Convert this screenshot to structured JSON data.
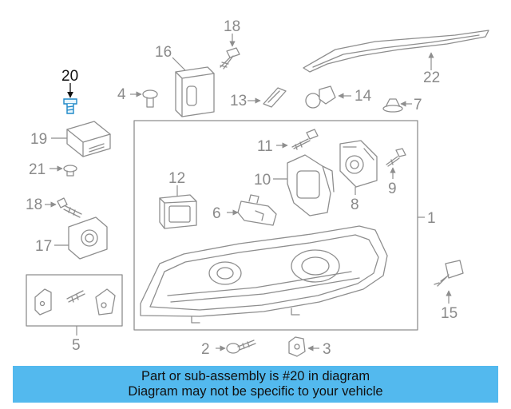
{
  "callouts": {
    "c1": "1",
    "c2": "2",
    "c3": "3",
    "c5": "5",
    "c6": "6",
    "c7": "7",
    "c8": "8",
    "c9": "9",
    "c10": "10",
    "c11": "11",
    "c12": "12",
    "c13": "13",
    "c14": "14",
    "c15": "15",
    "c16": "16",
    "c17": "17",
    "c18a": "18",
    "c18b": "18",
    "c19": "19",
    "c20": "20",
    "c21": "21",
    "c22": "22"
  },
  "banner": {
    "line1": "Part or sub-assembly is #20 in diagram",
    "line2": "Diagram may not be specific to your vehicle"
  },
  "colors": {
    "banner_bg": "#53b9ee",
    "line_art": "#8e8e8e",
    "highlight": "#111111"
  }
}
